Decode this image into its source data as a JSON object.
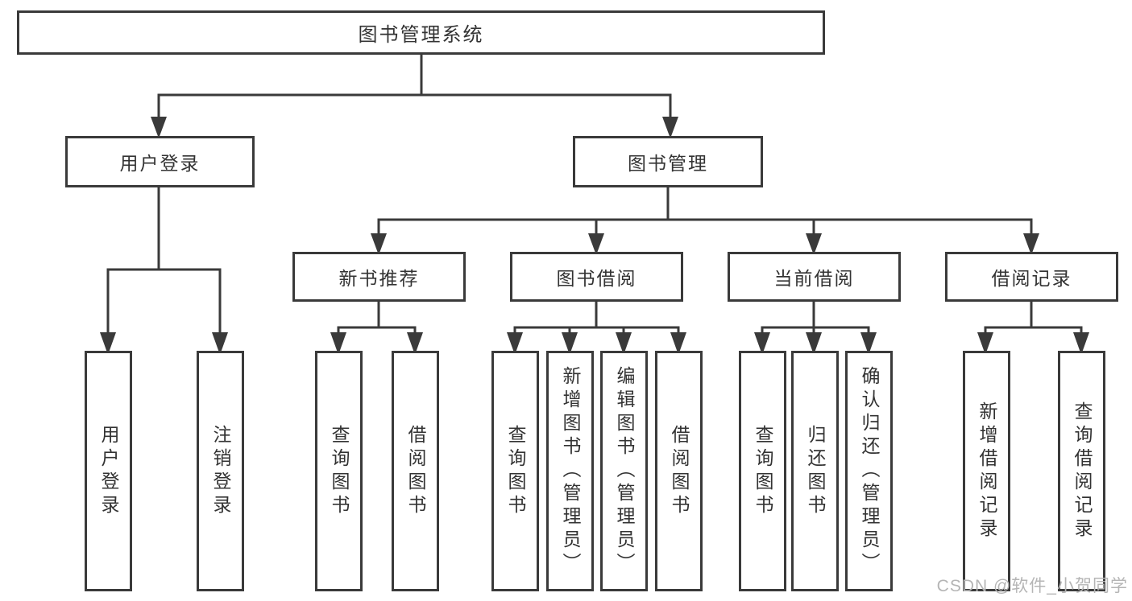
{
  "diagram_title": "图书管理系统",
  "nodes": {
    "root": "图书管理系统",
    "user_login": "用户登录",
    "book_management": "图书管理",
    "new_book_rec": "新书推荐",
    "book_borrow": "图书借阅",
    "current_borrow": "当前借阅",
    "borrow_records": "借阅记录",
    "leaf_user_login": "用户登录",
    "leaf_logout": "注销登录",
    "leaf_query_book_1": "查询图书",
    "leaf_borrow_book_1": "借阅图书",
    "leaf_query_book_2": "查询图书",
    "leaf_add_book": "新增图书（管理员）",
    "leaf_edit_book": "编辑图书（管理员）",
    "leaf_borrow_book_2": "借阅图书",
    "leaf_query_book_3": "查询图书",
    "leaf_return_book": "归还图书",
    "leaf_confirm_return": "确认归还（管理员）",
    "leaf_add_borrow_record": "新增借阅记录",
    "leaf_query_borrow_record": "查询借阅记录"
  },
  "watermark": "CSDN @软件_小贺同学",
  "colors": {
    "line": "#3a3a3a",
    "text": "#333333",
    "watermark": "#b5b5b5",
    "background": "#ffffff"
  }
}
